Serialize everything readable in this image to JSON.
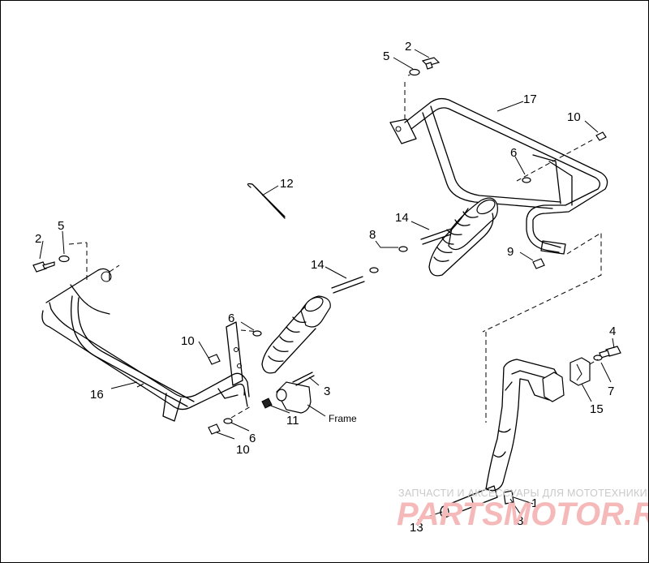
{
  "diagram": {
    "callouts": {
      "c2_top": "2",
      "c5_top": "5",
      "c17": "17",
      "c10_top": "10",
      "c6_right": "6",
      "c12": "12",
      "c14_right": "14",
      "c8_mid": "8",
      "c9": "9",
      "c2_left": "2",
      "c5_left": "5",
      "c14_left": "14",
      "c6_left": "6",
      "c10_left": "10",
      "c3": "3",
      "c16": "16",
      "c11": "11",
      "c10_bottom": "10",
      "c6_bottom": "6",
      "c4": "4",
      "c7": "7",
      "c15": "15",
      "c13": "13",
      "c8_bottom": "8",
      "c1": "1"
    },
    "frame_label": "Frame",
    "watermark_top": "ЗАПЧАСТИ И АКСЕССУАРЫ ДЛЯ МОТОТЕХНИКИ",
    "watermark_logo": "PARTSMOTOR.RU"
  },
  "colors": {
    "line": "#000000",
    "background": "#ffffff",
    "watermark_logo": "#f6b9b9",
    "watermark_text": "#c9c9c9"
  }
}
